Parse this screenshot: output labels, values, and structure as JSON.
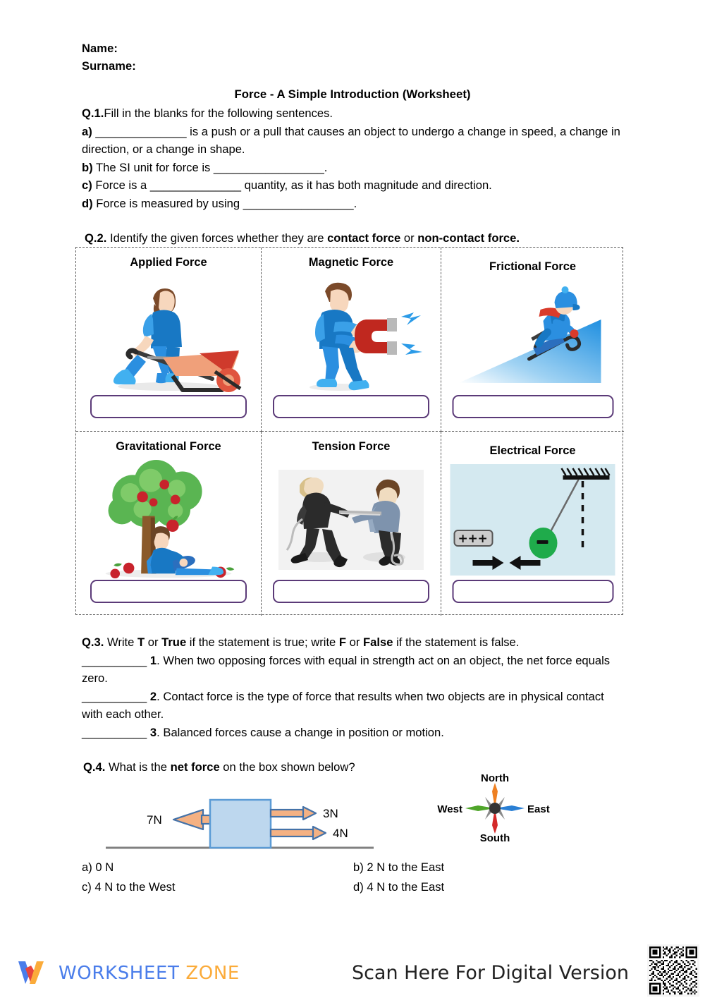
{
  "header": {
    "name_label": "Name:",
    "surname_label": "Surname:",
    "title": "Force - A Simple Introduction (Worksheet)"
  },
  "q1": {
    "number": "Q.1.",
    "prompt": "Fill in the blanks for the following sentences.",
    "items": [
      {
        "marker": "a)",
        "text": " ______________ is a push or a pull that causes an object to undergo a change in speed, a change in direction, or a change in shape."
      },
      {
        "marker": "b)",
        "text": " The SI unit for force is _________________."
      },
      {
        "marker": "c)",
        "text": " Force is a ______________ quantity, as it has both magnitude and direction."
      },
      {
        "marker": "d)",
        "text": " Force is measured by using _________________."
      }
    ]
  },
  "q2": {
    "number": "Q.2.",
    "prompt_part1": " Identify the given forces whether they are ",
    "prompt_bold1": "contact force",
    "prompt_mid": " or ",
    "prompt_bold2": "non-contact force.",
    "cells": [
      {
        "title": "Applied Force",
        "art": "wheelbarrow-illustration",
        "answer_value": ""
      },
      {
        "title": "Magnetic Force",
        "art": "magnet-illustration",
        "answer_value": ""
      },
      {
        "title": "Frictional Force",
        "art": "sled-slope-illustration",
        "answer_value": ""
      },
      {
        "title": "Gravitational Force",
        "art": "apple-tree-illustration",
        "answer_value": ""
      },
      {
        "title": "Tension Force",
        "art": "tug-of-war-illustration",
        "answer_value": ""
      },
      {
        "title": "Electrical Force",
        "art": "charged-pendulum-illustration",
        "answer_value": ""
      }
    ]
  },
  "q3": {
    "number": "Q.3.",
    "prompt_part1": " Write ",
    "prompt_t": "T",
    "prompt_part2": " or ",
    "prompt_true": "True",
    "prompt_part3": " if the statement is true; write ",
    "prompt_f": "F",
    "prompt_part4": " or ",
    "prompt_false": "False",
    "prompt_part5": " if the statement is false.",
    "statements": [
      {
        "blank": "__________",
        "number": "1",
        "text": ". When two opposing forces with equal in strength act on an object, the net force equals zero."
      },
      {
        "blank": "__________",
        "number": "2",
        "text": ". Contact force is the type of force that results when two objects are in physical contact with each other."
      },
      {
        "blank": "__________",
        "number": "3",
        "text": ". Balanced forces cause a change in position or motion."
      }
    ]
  },
  "q4": {
    "number": "Q.4.",
    "prompt_part1": " What is the ",
    "prompt_bold": "net force",
    "prompt_part2": " on the box shown below?",
    "diagram": {
      "left_arrow_label": "7N",
      "right_arrow_top_label": "3N",
      "right_arrow_bottom_label": "4N",
      "box_fill": "#bdd7ee",
      "box_stroke": "#5b9bd5",
      "arrow_fill": "#f4b183",
      "arrow_stroke": "#4472a8",
      "ground_color": "#808080"
    },
    "compass": {
      "north": "North",
      "east": "East",
      "south": "South",
      "west": "West",
      "north_color": "#ee8022",
      "east_color": "#2a7fd4",
      "south_color": "#d42a2a",
      "west_color": "#4fa52a",
      "center_color": "#333333"
    },
    "options": [
      {
        "marker": "a)",
        "text": " 0 N"
      },
      {
        "marker": "b)",
        "text": " 2 N to the East"
      },
      {
        "marker": "c)",
        "text": " 4 N to the West"
      },
      {
        "marker": "d)",
        "text": " 4 N to the East"
      }
    ]
  },
  "footer": {
    "logo_word1": "WORKSHEET",
    "logo_word2": "ZONE",
    "logo_blue": "#4a7dea",
    "logo_orange": "#fbab3a",
    "logo_red": "#e8453c",
    "scan_text": "Scan Here For Digital Version"
  }
}
